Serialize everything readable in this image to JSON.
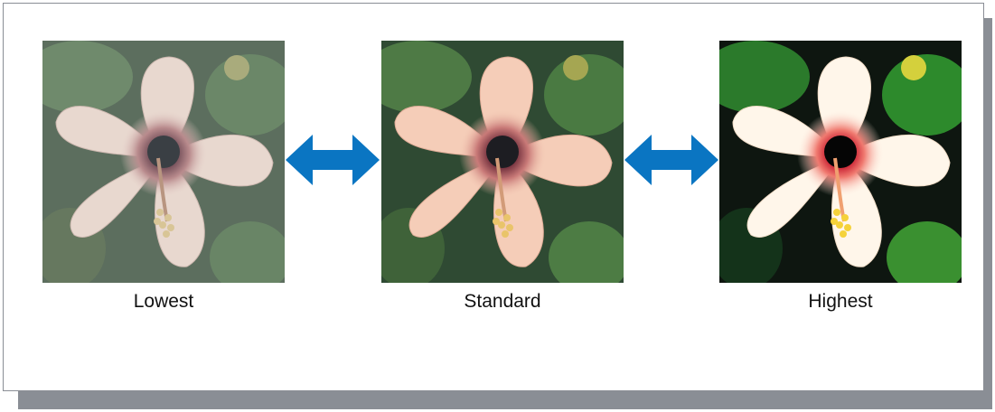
{
  "colors": {
    "arrow": "#0a75c2",
    "panel_border": "#8a8e95"
  },
  "images": [
    {
      "id": "lowest",
      "caption": "Lowest"
    },
    {
      "id": "standard",
      "caption": "Standard"
    },
    {
      "id": "highest",
      "caption": "Highest"
    }
  ],
  "arrows": [
    {
      "icon": "double-headed-arrow-icon"
    },
    {
      "icon": "double-headed-arrow-icon"
    }
  ]
}
